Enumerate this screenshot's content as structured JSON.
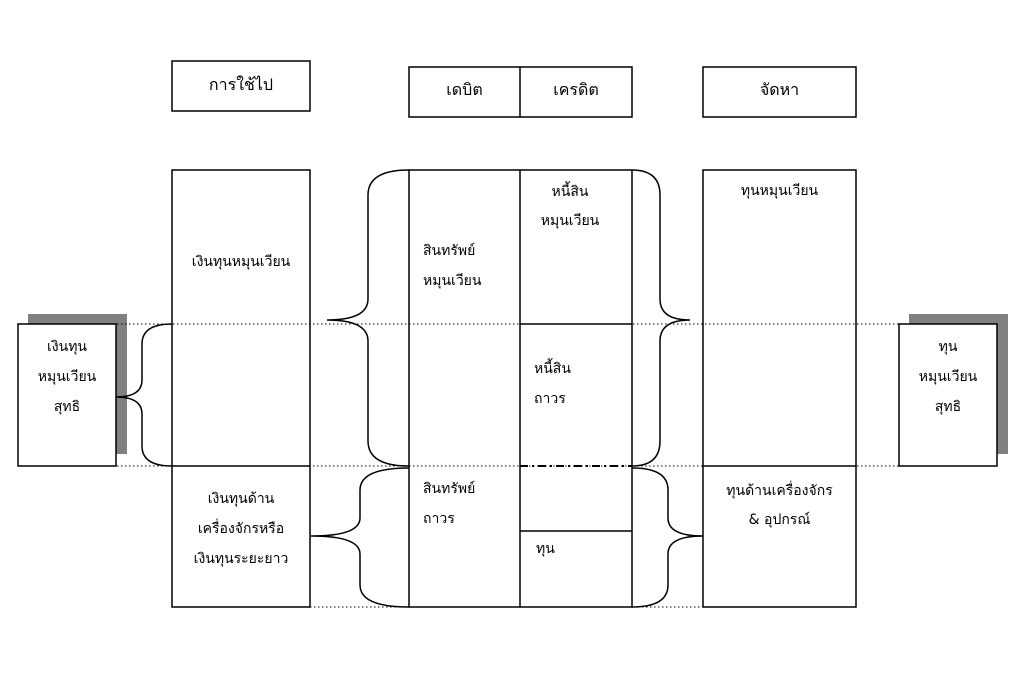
{
  "headers": {
    "uses": "การใช้ไป",
    "debit": "เดบิต",
    "credit": "เครดิต",
    "sources": "จัดหา"
  },
  "uses": {
    "working_capital": "เงินทุนหมุนเวียน",
    "long_term": [
      "เงินทุนด้าน",
      "เครื่องจักรหรือ",
      "เงินทุนระยะยาว"
    ]
  },
  "debit": {
    "current_assets": [
      "สินทรัพย์",
      "หมุนเวียน"
    ],
    "fixed_assets": [
      "สินทรัพย์",
      "ถาวร"
    ]
  },
  "credit": {
    "current_liabilities": [
      "หนี้สิน",
      "หมุนเวียน"
    ],
    "long_term_liabilities": [
      "หนี้สิน",
      "ถาวร"
    ],
    "equity": "ทุน"
  },
  "sources": {
    "working_capital": "ทุนหมุนเวียน",
    "machinery": [
      "ทุนด้านเครื่องจักร",
      "& อุปกรณ์"
    ]
  },
  "left_box": [
    "เงินทุน",
    "หมุนเวียน",
    "สุทธิ"
  ],
  "right_box": [
    "ทุน",
    "หมุนเวียน",
    "สุทธิ"
  ],
  "colors": {
    "line": "#000000",
    "shadow": "#808080",
    "background": "#ffffff"
  }
}
